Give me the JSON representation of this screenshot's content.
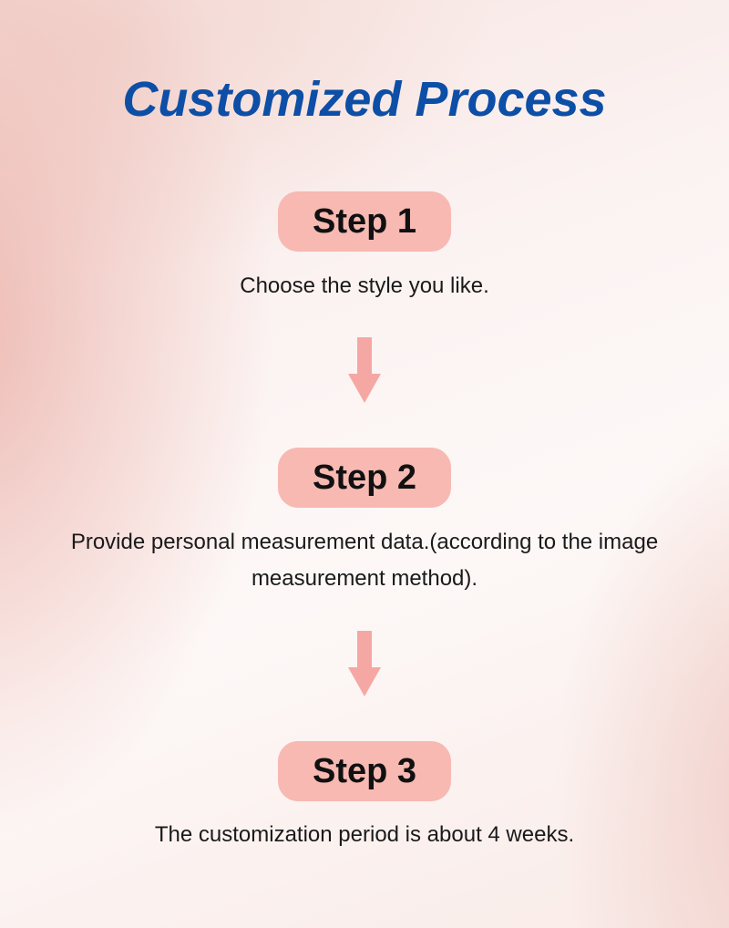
{
  "title": "Customized Process",
  "colors": {
    "title": "#0d4ea6",
    "pill": "#f7b9b2",
    "arrow": "#f5a8a3",
    "text": "#1a1a1a"
  },
  "steps": [
    {
      "label": "Step 1",
      "description": "Choose the style you like."
    },
    {
      "label": "Step 2",
      "description": "Provide personal measurement data.(according to the image measurement method)."
    },
    {
      "label": "Step 3",
      "description": "The customization period is about 4 weeks."
    }
  ],
  "connectors": [
    {
      "icon": "arrow-down-icon"
    },
    {
      "icon": "arrow-down-icon"
    }
  ]
}
